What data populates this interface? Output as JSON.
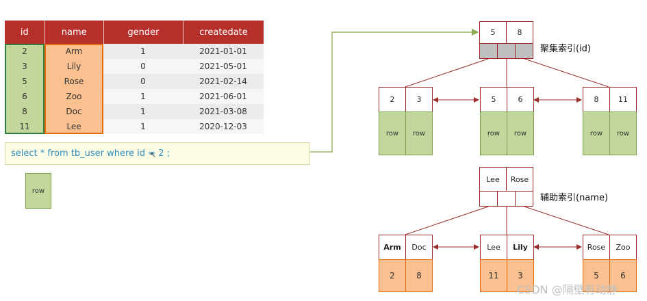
{
  "table": {
    "headers": [
      "id",
      "name",
      "gender",
      "createdate"
    ],
    "rows": [
      [
        "2",
        "Arm",
        "1",
        "2021-01-01"
      ],
      [
        "3",
        "Lily",
        "0",
        "2021-05-01"
      ],
      [
        "5",
        "Rose",
        "0",
        "2021-02-14"
      ],
      [
        "6",
        "Zoo",
        "1",
        "2021-06-01"
      ],
      [
        "8",
        "Doc",
        "1",
        "2021-03-08"
      ],
      [
        "11",
        "Lee",
        "1",
        "2020-12-03"
      ]
    ]
  },
  "sql": "select * from tb_user where id = 2 ;",
  "result_label": "row",
  "clustered": {
    "label": "聚集索引(id)",
    "root_keys": [
      "5",
      "8"
    ],
    "leaves": [
      {
        "keys": [
          "2",
          "3"
        ],
        "rows": [
          "row",
          "row"
        ]
      },
      {
        "keys": [
          "5",
          "6"
        ],
        "rows": [
          "row",
          "row"
        ]
      },
      {
        "keys": [
          "8",
          "11"
        ],
        "rows": [
          "row",
          "row"
        ]
      }
    ]
  },
  "secondary": {
    "label": "辅助索引(name)",
    "root_keys": [
      "Lee",
      "Rose"
    ],
    "leaves": [
      {
        "keys": [
          "Arm",
          "Doc"
        ],
        "ids": [
          "2",
          "8"
        ]
      },
      {
        "keys": [
          "Lee",
          "Lily"
        ],
        "ids": [
          "11",
          "3"
        ]
      },
      {
        "keys": [
          "Rose",
          "Zoo"
        ],
        "ids": [
          "5",
          "6"
        ]
      }
    ]
  },
  "watermark": "CSDN @隔壁有动静"
}
